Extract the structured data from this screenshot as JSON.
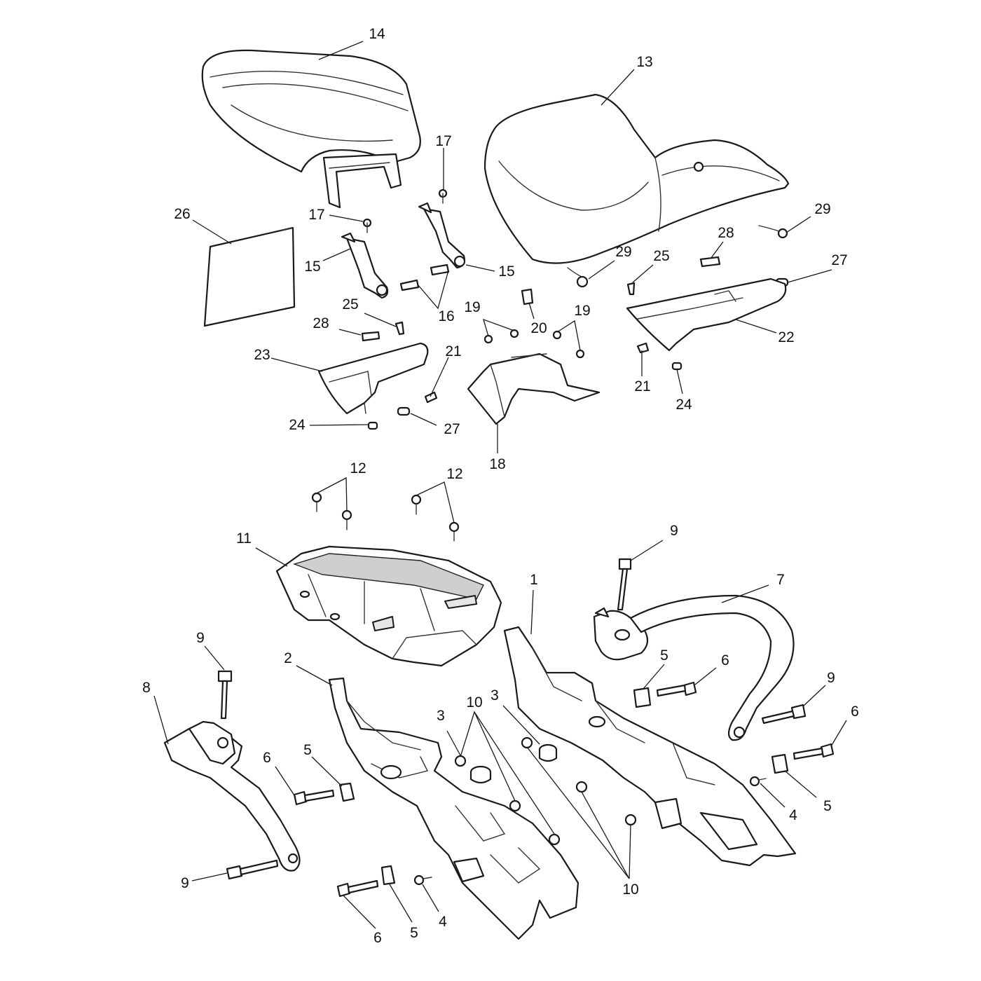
{
  "callouts": [
    {
      "label": "14"
    },
    {
      "label": "13"
    },
    {
      "label": "17"
    },
    {
      "label": "17"
    },
    {
      "label": "26"
    },
    {
      "label": "15"
    },
    {
      "label": "15"
    },
    {
      "label": "29"
    },
    {
      "label": "29"
    },
    {
      "label": "28"
    },
    {
      "label": "28"
    },
    {
      "label": "25"
    },
    {
      "label": "25"
    },
    {
      "label": "27"
    },
    {
      "label": "27"
    },
    {
      "label": "16"
    },
    {
      "label": "19"
    },
    {
      "label": "19"
    },
    {
      "label": "20"
    },
    {
      "label": "22"
    },
    {
      "label": "23"
    },
    {
      "label": "21"
    },
    {
      "label": "21"
    },
    {
      "label": "24"
    },
    {
      "label": "24"
    },
    {
      "label": "18"
    },
    {
      "label": "12"
    },
    {
      "label": "12"
    },
    {
      "label": "11"
    },
    {
      "label": "9"
    },
    {
      "label": "9"
    },
    {
      "label": "9"
    },
    {
      "label": "9"
    },
    {
      "label": "7"
    },
    {
      "label": "1"
    },
    {
      "label": "2"
    },
    {
      "label": "8"
    },
    {
      "label": "3"
    },
    {
      "label": "3"
    },
    {
      "label": "10"
    },
    {
      "label": "10"
    },
    {
      "label": "5"
    },
    {
      "label": "5"
    },
    {
      "label": "5"
    },
    {
      "label": "5"
    },
    {
      "label": "6"
    },
    {
      "label": "6"
    },
    {
      "label": "6"
    },
    {
      "label": "6"
    },
    {
      "label": "4"
    },
    {
      "label": "4"
    }
  ]
}
